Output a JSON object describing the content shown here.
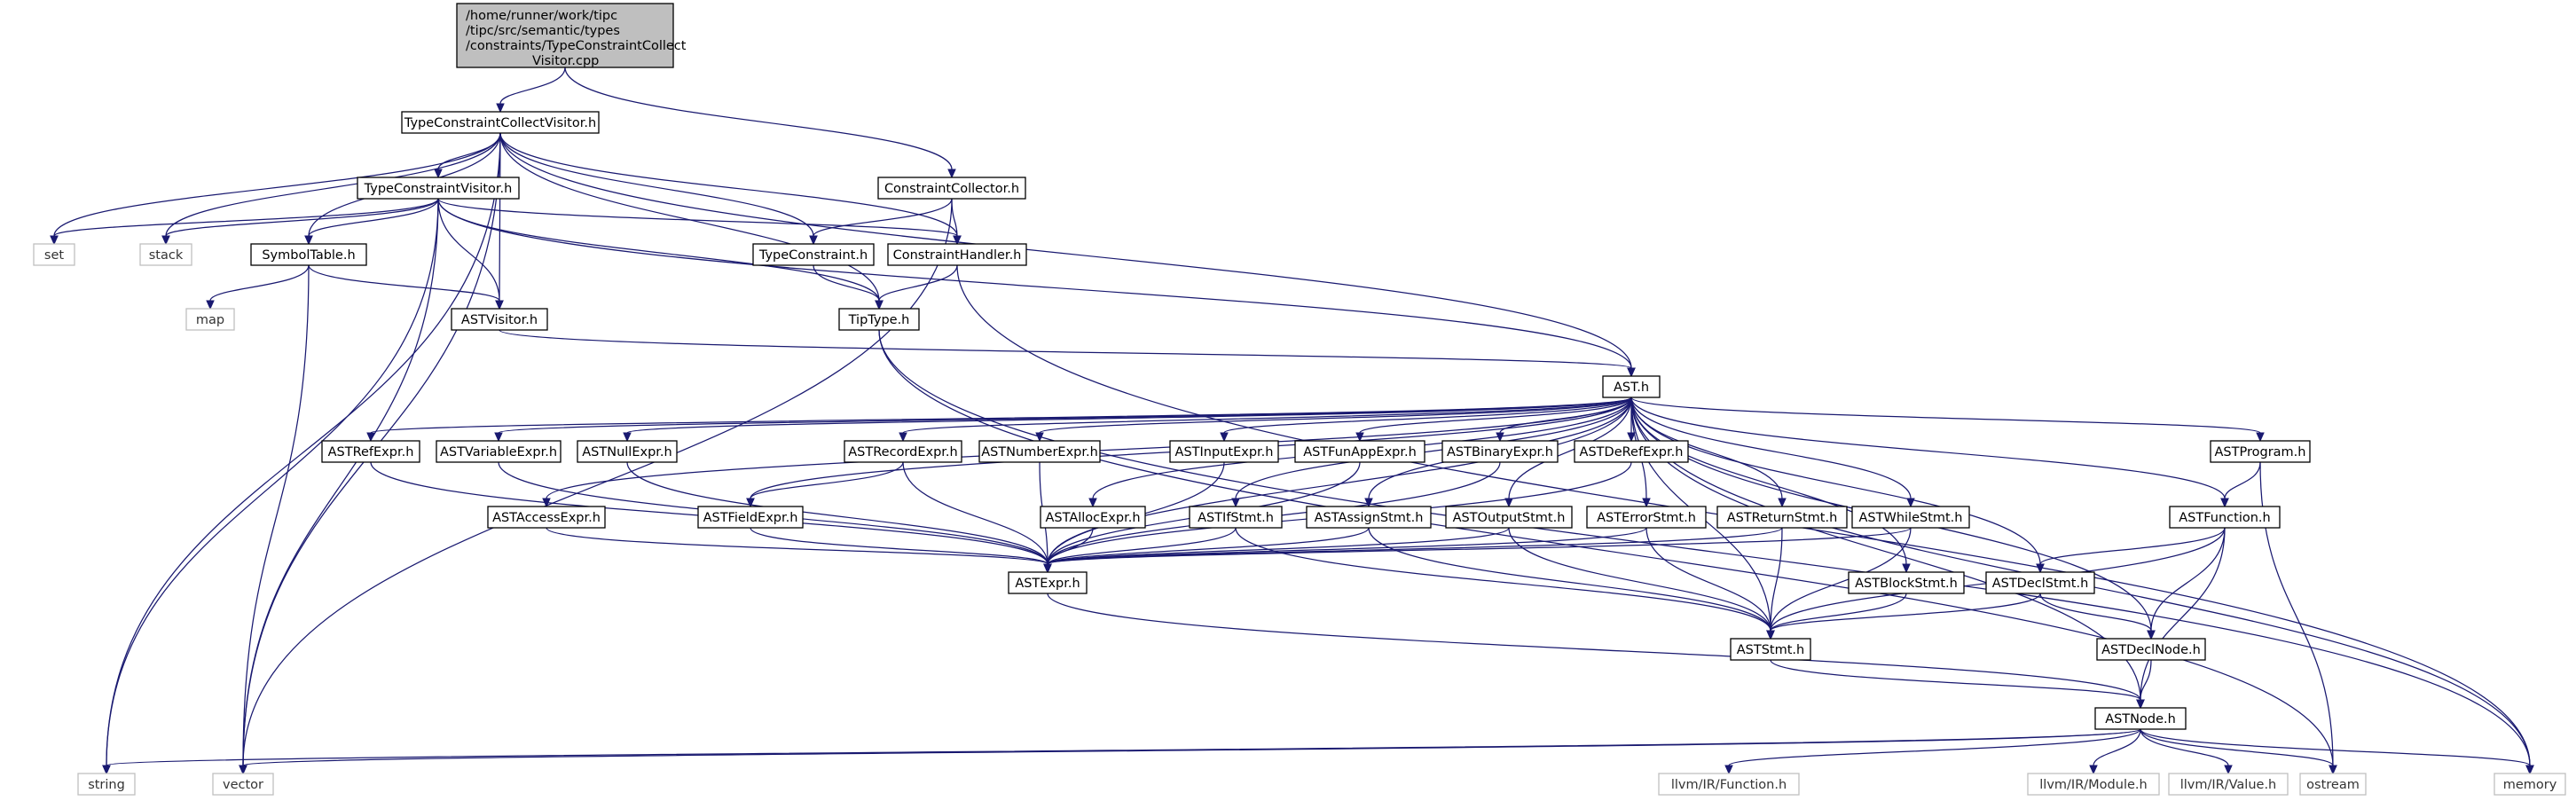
{
  "colors": {
    "edge": "#191970",
    "root_fill": "#bfbfbf",
    "external_border": "#bfbfbf",
    "node_border": "#000000"
  },
  "root": {
    "lines": [
      "/home/runner/work/tipc",
      "/tipc/src/semantic/types",
      "/constraints/TypeConstraintCollect",
      "Visitor.cpp"
    ]
  },
  "nodes": {
    "tccv_h": "TypeConstraintCollectVisitor.h",
    "cc_h": "ConstraintCollector.h",
    "tcv_h": "TypeConstraintVisitor.h",
    "set": "set",
    "stack": "stack",
    "symtab": "SymbolTable.h",
    "tc_h": "TypeConstraint.h",
    "ch_h": "ConstraintHandler.h",
    "map": "map",
    "astvisitor": "ASTVisitor.h",
    "tiptype": "TipType.h",
    "ast": "AST.h",
    "refexpr": "ASTRefExpr.h",
    "varexpr": "ASTVariableExpr.h",
    "nullexpr": "ASTNullExpr.h",
    "recordexpr": "ASTRecordExpr.h",
    "numexpr": "ASTNumberExpr.h",
    "inputexpr": "ASTInputExpr.h",
    "funapp": "ASTFunAppExpr.h",
    "binexpr": "ASTBinaryExpr.h",
    "derefexpr": "ASTDeRefExpr.h",
    "program": "ASTProgram.h",
    "accessexpr": "ASTAccessExpr.h",
    "fieldexpr": "ASTFieldExpr.h",
    "allocexpr": "ASTAllocExpr.h",
    "ifstmt": "ASTIfStmt.h",
    "assignstmt": "ASTAssignStmt.h",
    "outputstmt": "ASTOutputStmt.h",
    "errorstmt": "ASTErrorStmt.h",
    "returnstmt": "ASTReturnStmt.h",
    "whilestmt": "ASTWhileStmt.h",
    "function": "ASTFunction.h",
    "expr": "ASTExpr.h",
    "blockstmt": "ASTBlockStmt.h",
    "declstmt": "ASTDeclStmt.h",
    "stmt": "ASTStmt.h",
    "declnode": "ASTDeclNode.h",
    "astnode": "ASTNode.h",
    "string": "string",
    "vector": "vector",
    "llvmfunc": "llvm/IR/Function.h",
    "llvmmod": "llvm/IR/Module.h",
    "llvmval": "llvm/IR/Value.h",
    "ostream": "ostream",
    "memory": "memory"
  },
  "edges": [
    [
      "root",
      "tccv_h"
    ],
    [
      "root",
      "cc_h"
    ],
    [
      "tccv_h",
      "tcv_h"
    ],
    [
      "tccv_h",
      "set"
    ],
    [
      "tccv_h",
      "stack"
    ],
    [
      "tccv_h",
      "symtab"
    ],
    [
      "tccv_h",
      "tc_h"
    ],
    [
      "tccv_h",
      "ch_h"
    ],
    [
      "tccv_h",
      "astvisitor"
    ],
    [
      "tccv_h",
      "tiptype"
    ],
    [
      "tccv_h",
      "ast"
    ],
    [
      "tccv_h",
      "string"
    ],
    [
      "tccv_h",
      "vector"
    ],
    [
      "cc_h",
      "tc_h"
    ],
    [
      "cc_h",
      "ch_h"
    ],
    [
      "cc_h",
      "vector"
    ],
    [
      "tcv_h",
      "set"
    ],
    [
      "tcv_h",
      "stack"
    ],
    [
      "tcv_h",
      "symtab"
    ],
    [
      "tcv_h",
      "ch_h"
    ],
    [
      "tcv_h",
      "astvisitor"
    ],
    [
      "tcv_h",
      "tiptype"
    ],
    [
      "tcv_h",
      "ast"
    ],
    [
      "tcv_h",
      "string"
    ],
    [
      "tcv_h",
      "vector"
    ],
    [
      "symtab",
      "map"
    ],
    [
      "symtab",
      "astvisitor"
    ],
    [
      "symtab",
      "vector"
    ],
    [
      "tc_h",
      "tiptype"
    ],
    [
      "ch_h",
      "tiptype"
    ],
    [
      "ch_h",
      "memory"
    ],
    [
      "astvisitor",
      "ast"
    ],
    [
      "tiptype",
      "ostream"
    ],
    [
      "tiptype",
      "memory"
    ],
    [
      "ast",
      "refexpr"
    ],
    [
      "ast",
      "varexpr"
    ],
    [
      "ast",
      "nullexpr"
    ],
    [
      "ast",
      "recordexpr"
    ],
    [
      "ast",
      "numexpr"
    ],
    [
      "ast",
      "inputexpr"
    ],
    [
      "ast",
      "funapp"
    ],
    [
      "ast",
      "binexpr"
    ],
    [
      "ast",
      "derefexpr"
    ],
    [
      "ast",
      "program"
    ],
    [
      "ast",
      "accessexpr"
    ],
    [
      "ast",
      "fieldexpr"
    ],
    [
      "ast",
      "allocexpr"
    ],
    [
      "ast",
      "ifstmt"
    ],
    [
      "ast",
      "assignstmt"
    ],
    [
      "ast",
      "outputstmt"
    ],
    [
      "ast",
      "errorstmt"
    ],
    [
      "ast",
      "returnstmt"
    ],
    [
      "ast",
      "whilestmt"
    ],
    [
      "ast",
      "function"
    ],
    [
      "ast",
      "expr"
    ],
    [
      "ast",
      "blockstmt"
    ],
    [
      "ast",
      "declstmt"
    ],
    [
      "ast",
      "stmt"
    ],
    [
      "ast",
      "declnode"
    ],
    [
      "ast",
      "astnode"
    ],
    [
      "ast",
      "memory"
    ],
    [
      "refexpr",
      "expr"
    ],
    [
      "varexpr",
      "expr"
    ],
    [
      "nullexpr",
      "expr"
    ],
    [
      "recordexpr",
      "expr"
    ],
    [
      "recordexpr",
      "fieldexpr"
    ],
    [
      "numexpr",
      "expr"
    ],
    [
      "inputexpr",
      "expr"
    ],
    [
      "funapp",
      "expr"
    ],
    [
      "binexpr",
      "expr"
    ],
    [
      "derefexpr",
      "expr"
    ],
    [
      "accessexpr",
      "expr"
    ],
    [
      "fieldexpr",
      "expr"
    ],
    [
      "allocexpr",
      "expr"
    ],
    [
      "ifstmt",
      "expr"
    ],
    [
      "ifstmt",
      "stmt"
    ],
    [
      "assignstmt",
      "expr"
    ],
    [
      "assignstmt",
      "stmt"
    ],
    [
      "outputstmt",
      "expr"
    ],
    [
      "outputstmt",
      "stmt"
    ],
    [
      "errorstmt",
      "expr"
    ],
    [
      "errorstmt",
      "stmt"
    ],
    [
      "returnstmt",
      "expr"
    ],
    [
      "returnstmt",
      "stmt"
    ],
    [
      "whilestmt",
      "expr"
    ],
    [
      "whilestmt",
      "stmt"
    ],
    [
      "program",
      "function"
    ],
    [
      "program",
      "ostream"
    ],
    [
      "function",
      "declstmt"
    ],
    [
      "function",
      "declnode"
    ],
    [
      "function",
      "stmt"
    ],
    [
      "function",
      "astnode"
    ],
    [
      "blockstmt",
      "stmt"
    ],
    [
      "declstmt",
      "declnode"
    ],
    [
      "declstmt",
      "stmt"
    ],
    [
      "expr",
      "astnode"
    ],
    [
      "stmt",
      "astnode"
    ],
    [
      "declnode",
      "astnode"
    ],
    [
      "astnode",
      "string"
    ],
    [
      "astnode",
      "vector"
    ],
    [
      "astnode",
      "llvmfunc"
    ],
    [
      "astnode",
      "llvmmod"
    ],
    [
      "astnode",
      "llvmval"
    ],
    [
      "astnode",
      "ostream"
    ],
    [
      "astnode",
      "memory"
    ]
  ]
}
